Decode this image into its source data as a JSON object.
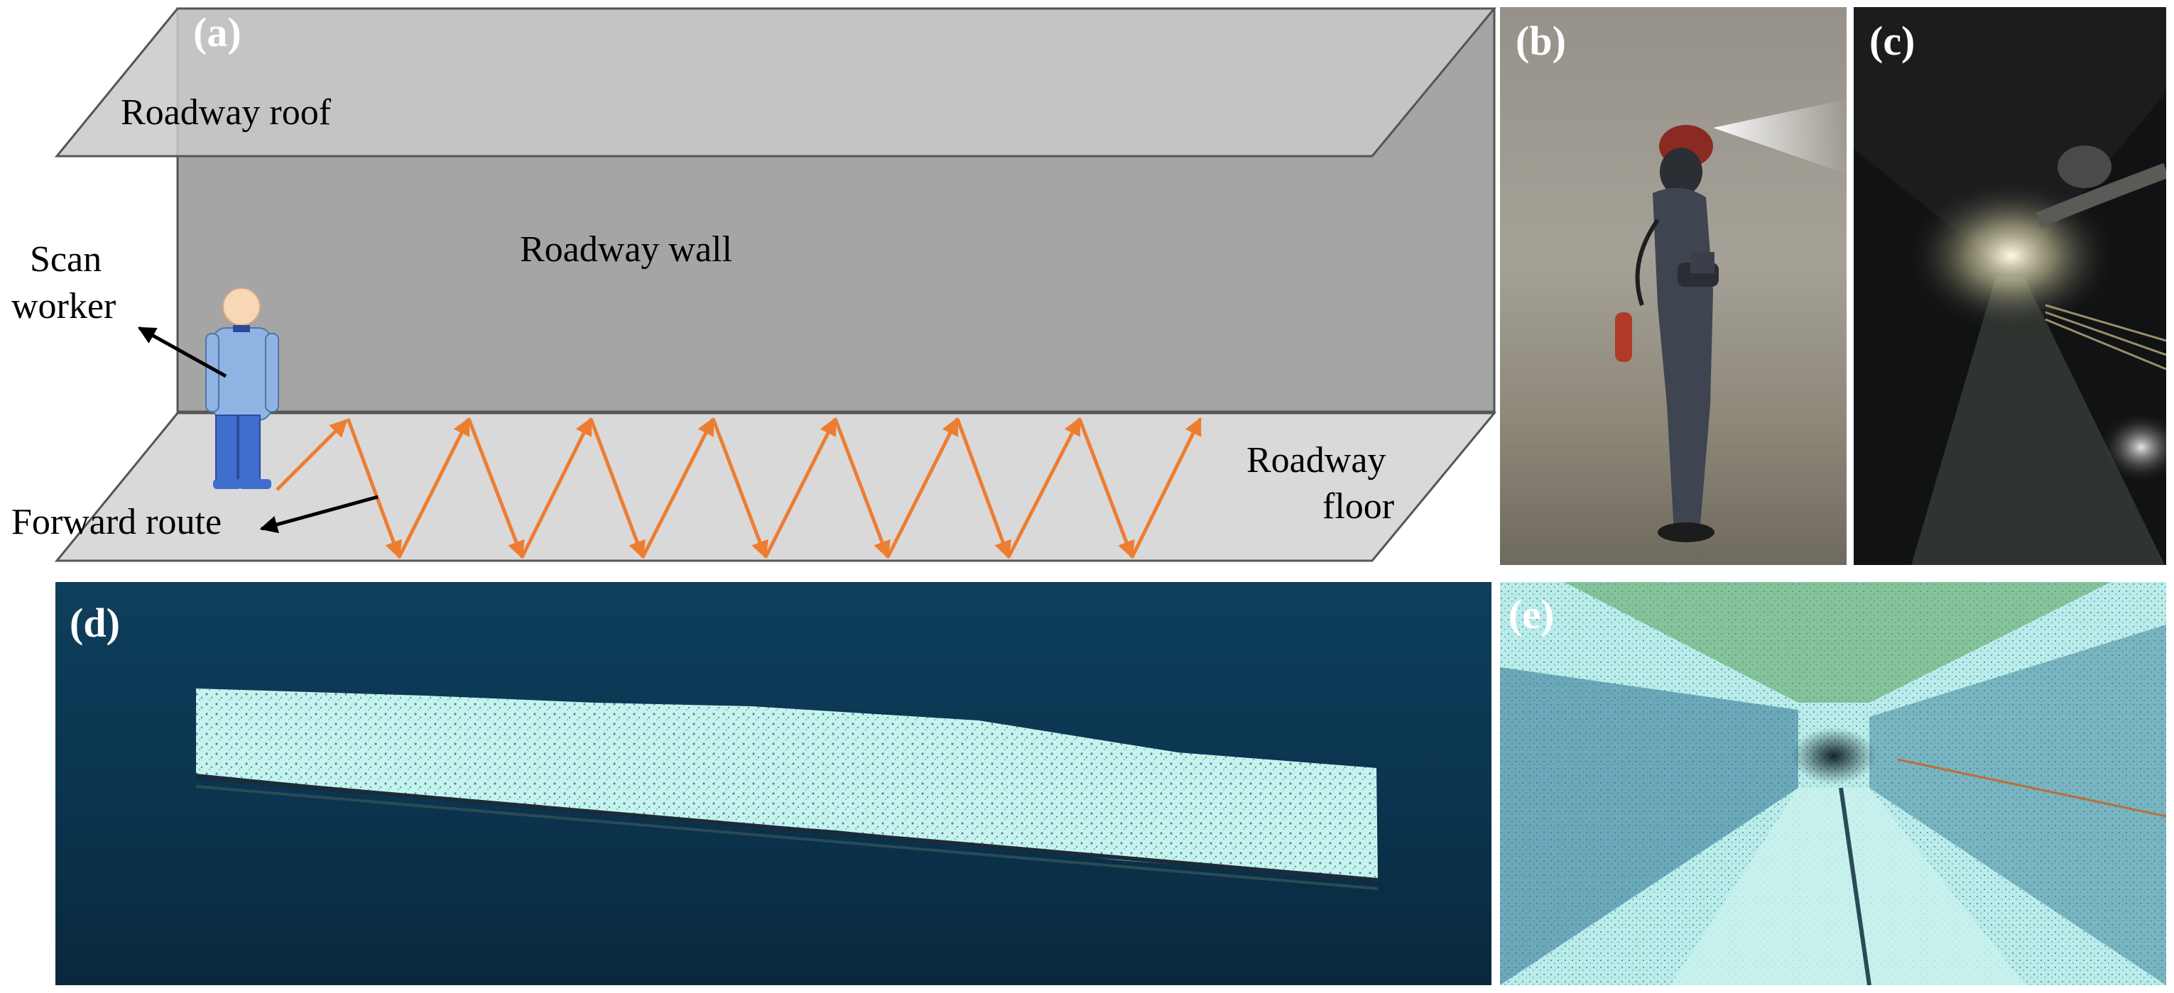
{
  "panels": {
    "a": {
      "label": "(a)",
      "roof": "Roadway roof",
      "wall": "Roadway wall",
      "floor_line1": "Roadway",
      "floor_line2": "floor",
      "worker_line1": "Scan",
      "worker_line2": "worker",
      "route": "Forward route"
    },
    "b": {
      "label": "(b)"
    },
    "c": {
      "label": "(c)"
    },
    "d": {
      "label": "(d)"
    },
    "e": {
      "label": "(e)"
    }
  },
  "colors": {
    "wall": "#a5a5a5",
    "roof": "#d3d3d3",
    "floor": "#d9d9d9",
    "route": "#ed7d31",
    "worker": "#8fb4e3",
    "pointcloud": "#bff5ef",
    "panel_d_bg": "#0c3a57"
  },
  "icons": [
    "worker-figure",
    "zigzag-route-arrows"
  ]
}
